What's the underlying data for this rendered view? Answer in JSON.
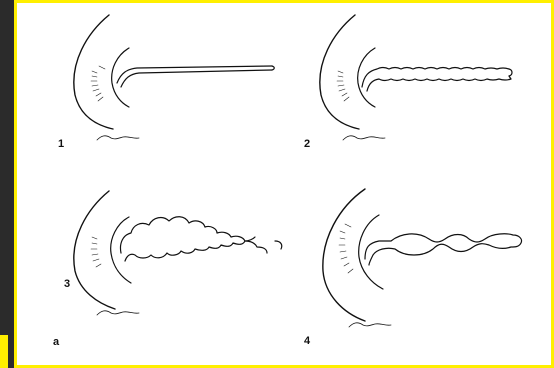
{
  "figure": {
    "panel_labels": {
      "p1": "1",
      "p2": "2",
      "p3": "3",
      "p4": "4",
      "part": "a"
    },
    "colors": {
      "frame": "#ffef00",
      "background": "#2b2b2b",
      "ink": "#111111",
      "paper": "#ffffff"
    }
  }
}
